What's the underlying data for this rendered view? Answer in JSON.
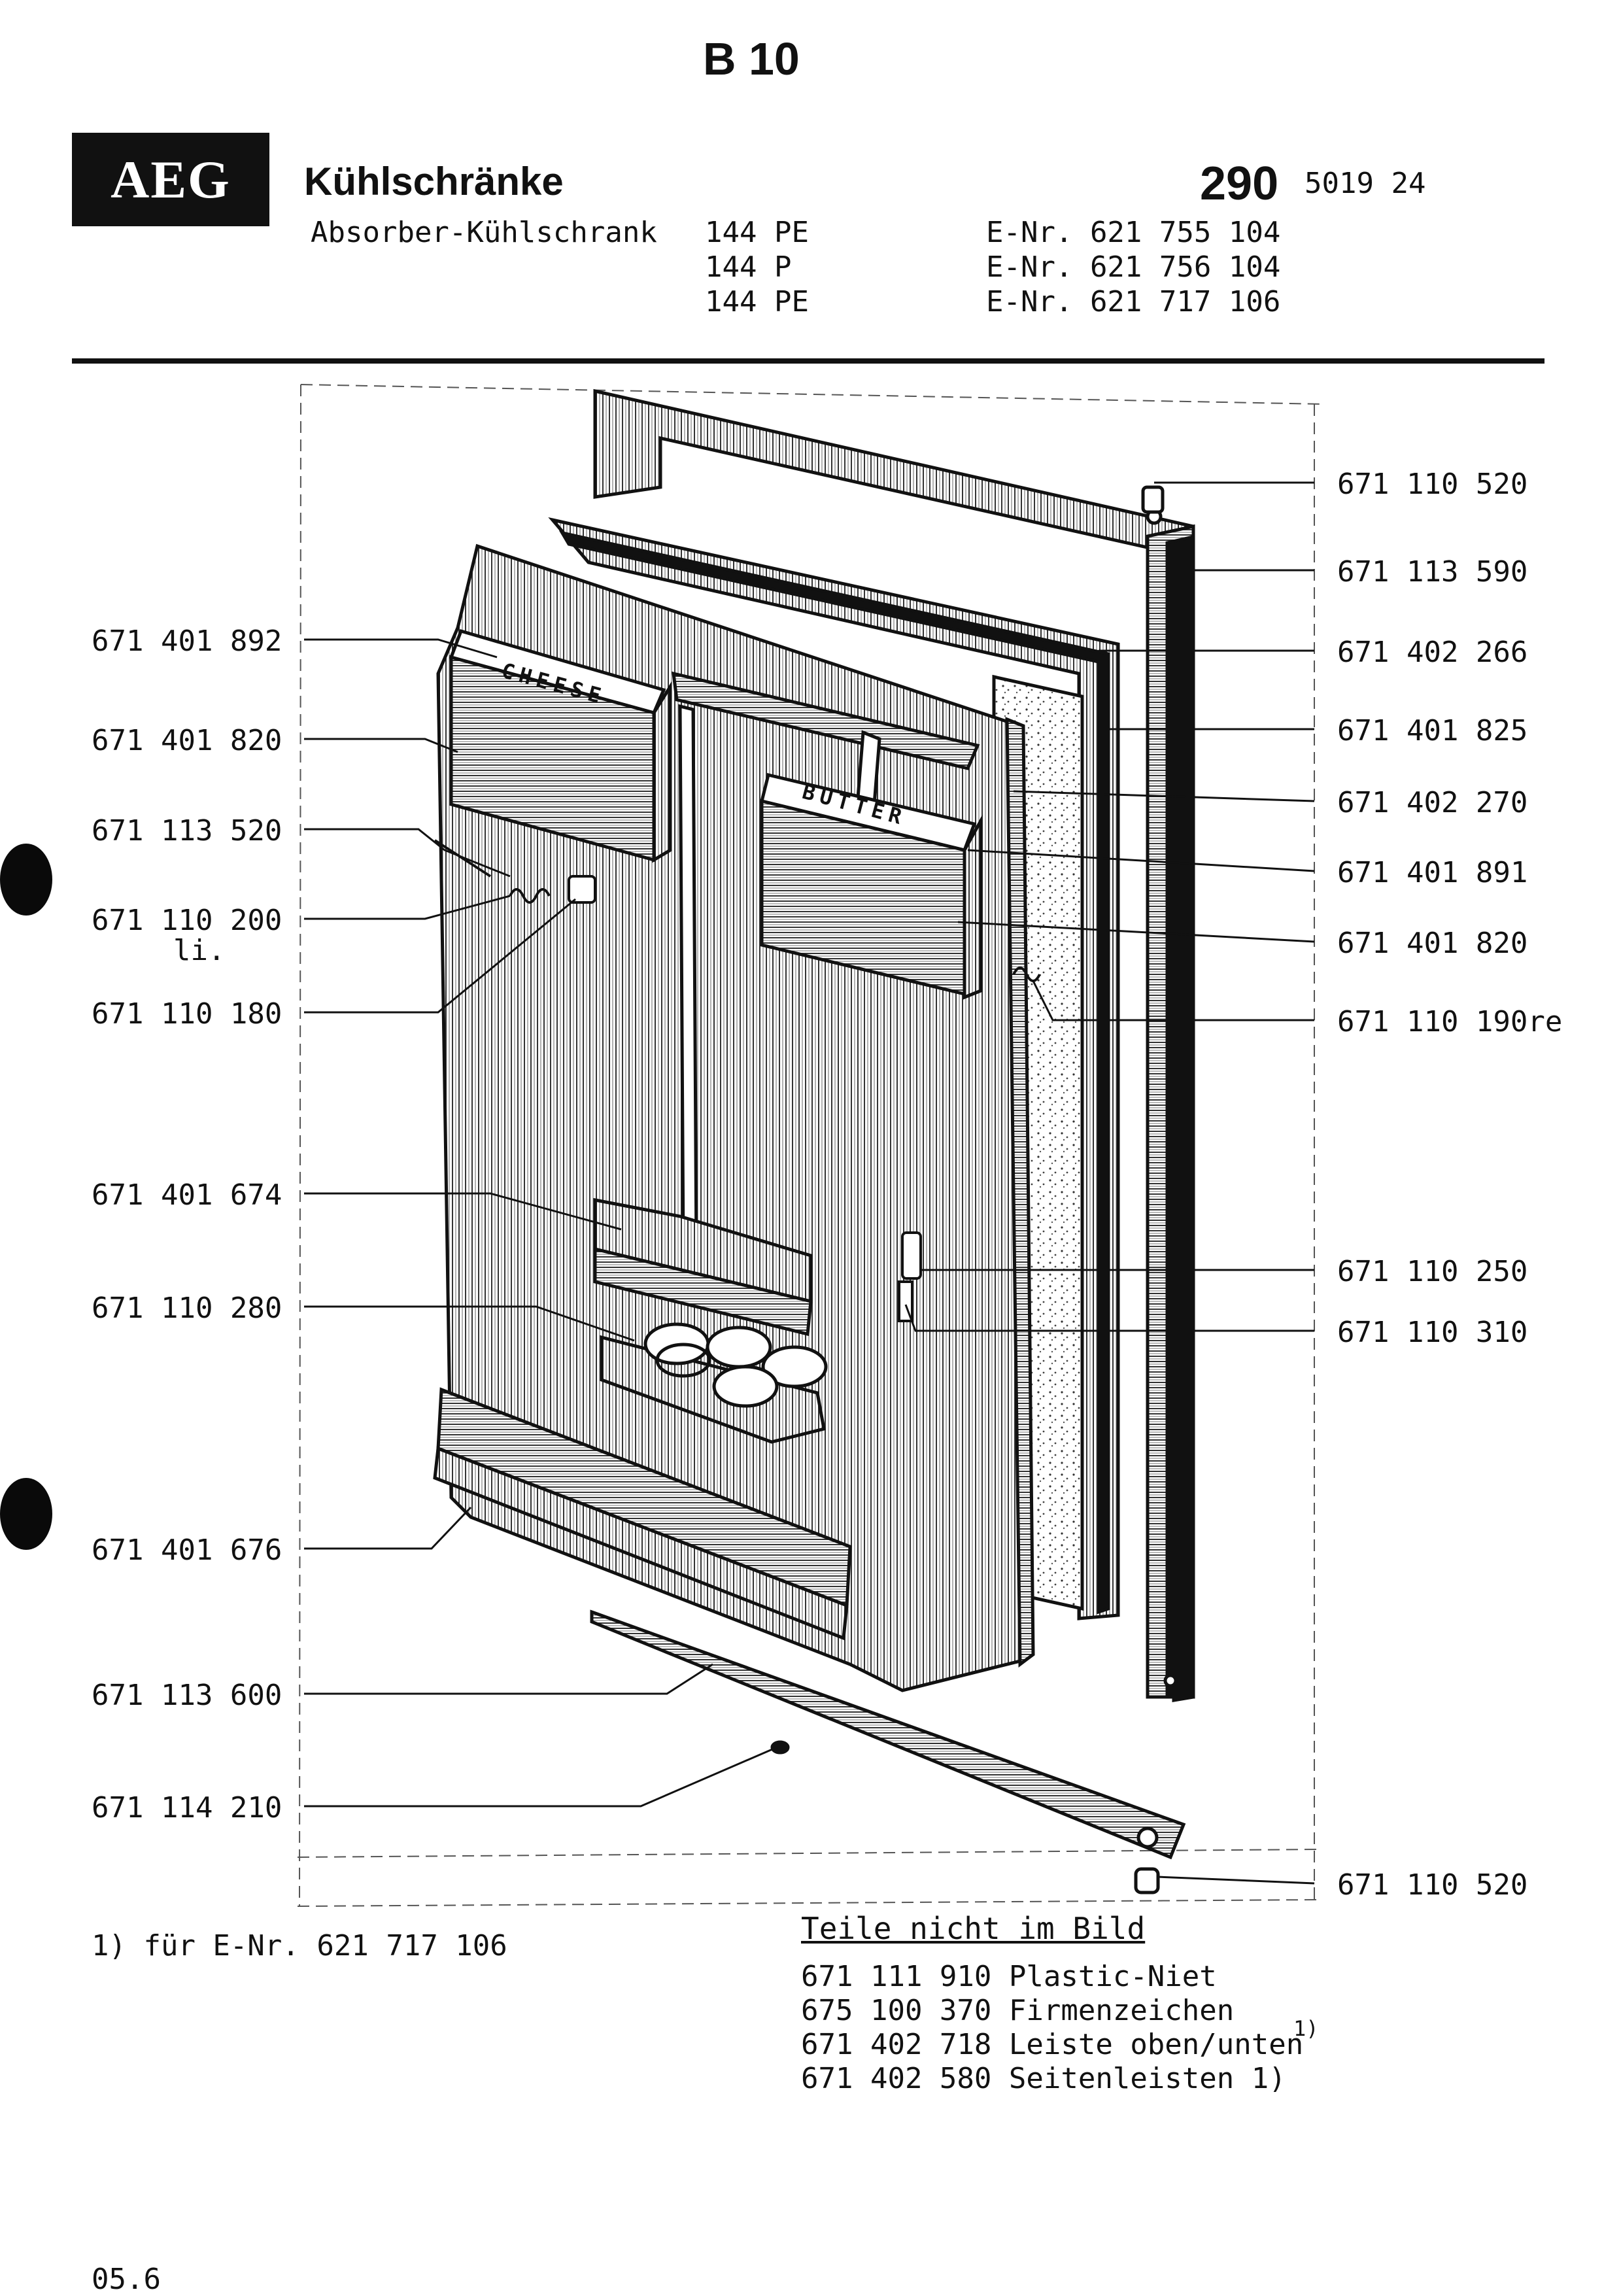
{
  "header": {
    "page_code": "B 10",
    "brand": "AEG",
    "title": "Kühlschränke",
    "subtitle": "Absorber-Kühlschrank",
    "doc_number": "290",
    "doc_suffix": "5019 24",
    "models": [
      {
        "model": "144 PE",
        "enr": "E-Nr. 621 755 104"
      },
      {
        "model": "144 P",
        "enr": "E-Nr. 621 756 104"
      },
      {
        "model": "144 PE",
        "enr": "E-Nr. 621 717 106"
      }
    ]
  },
  "drawing": {
    "labels": {
      "cheese": "CHEESE",
      "butter": "BUTTER"
    }
  },
  "callouts_left": [
    {
      "part": "671 401 892"
    },
    {
      "part": "671 401 820"
    },
    {
      "part": "671 113 520"
    },
    {
      "part": "671 110 200",
      "note": "li."
    },
    {
      "part": "671 110 180"
    },
    {
      "part": "671 401 674"
    },
    {
      "part": "671 110 280"
    },
    {
      "part": "671 401 676"
    },
    {
      "part": "671 113 600"
    },
    {
      "part": "671 114 210"
    }
  ],
  "callouts_right": [
    {
      "part": "671 110 520"
    },
    {
      "part": "671 113 590"
    },
    {
      "part": "671 402 266"
    },
    {
      "part": "671 401 825"
    },
    {
      "part": "671 402 270"
    },
    {
      "part": "671 401 891"
    },
    {
      "part": "671 401 820"
    },
    {
      "part": "671 110 190re"
    },
    {
      "part": "671 110 250"
    },
    {
      "part": "671 110 310"
    },
    {
      "part": "671 110 520"
    }
  ],
  "footnote": "1) für E-Nr. 621 717 106",
  "not_pictured": {
    "heading": "Teile nicht im Bild",
    "items": [
      "671 111 910 Plastic-Niet",
      "675 100 370 Firmenzeichen",
      "671 402 718 Leiste oben/unten",
      "671 402 580 Seitenleisten 1)"
    ],
    "superscript": "1)"
  },
  "page_footer": "05.6"
}
